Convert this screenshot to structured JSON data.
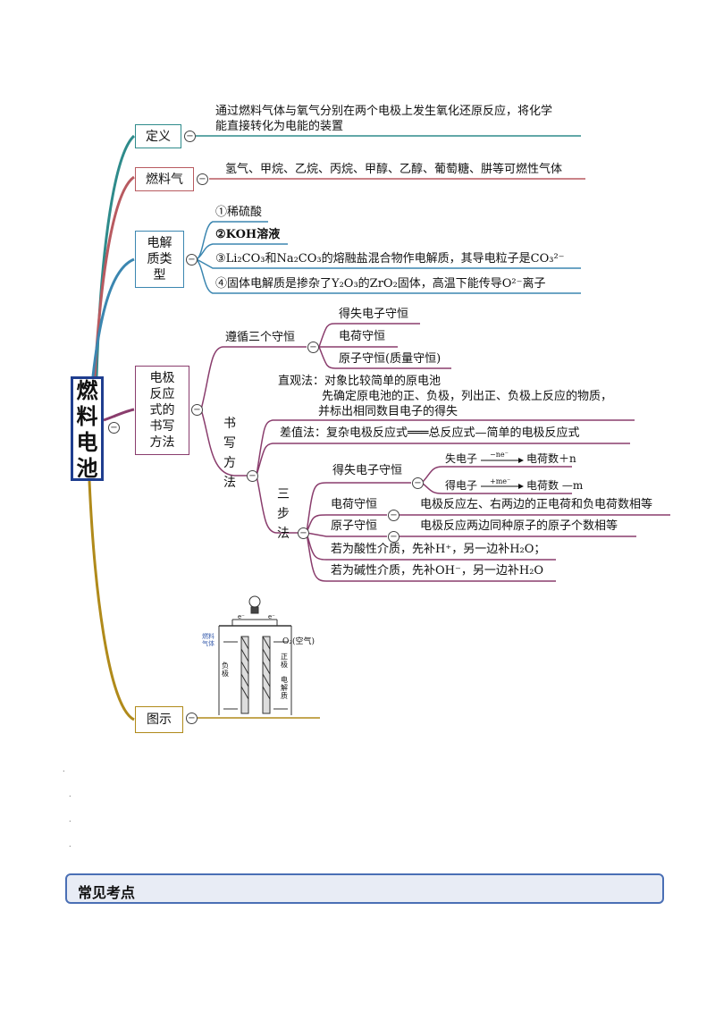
{
  "root": {
    "title": "燃料电池"
  },
  "colors": {
    "teal": "#2e8b8b",
    "red": "#b85a60",
    "blue": "#3b86b0",
    "purple": "#8a3d6d",
    "gold": "#b08a1a",
    "root_border": "#1f3e8f"
  },
  "branches": {
    "definition": {
      "label": "定义",
      "line1": "通过燃料气体与氧气分别在两个电极上发生氧化还原反应，将化学",
      "line2": "能直接转化为电能的装置"
    },
    "fuel": {
      "label": "燃料气",
      "text": "氢气、甲烷、乙烷、丙烷、甲醇、乙醇、葡萄糖、肼等可燃性气体"
    },
    "electrolyte": {
      "label": "电解质类型",
      "items": [
        "①稀硫酸",
        "②KOH溶液",
        "③Li₂CO₃和Na₂CO₃的熔融盐混合物作电解质，其导电粒子是CO₃²⁻",
        "④固体电解质是掺杂了Y₂O₃的ZrO₂固体，高温下能传导O²⁻离子"
      ]
    },
    "writing": {
      "label": "电极反应式的书写方法",
      "follow": {
        "label": "遵循三个守恒",
        "items": [
          "得失电子守恒",
          "电荷守恒",
          "原子守恒(质量守恒)"
        ]
      },
      "method_label": "书写方法",
      "direct": {
        "line1": "直观法：对象比较简单的原电池",
        "line2": "先确定原电池的正、负极，列出正、负极上反应的物质，",
        "line3": "并标出相同数目电子的得失"
      },
      "difference": "差值法：复杂电极反应式═══总反应式—简单的电极反应式",
      "three_step": {
        "label": "三步法",
        "electron": {
          "label": "得失电子守恒",
          "lose_a": "失电子",
          "lose_arrow": "−ne⁻",
          "lose_b": "电荷数＋n",
          "gain_a": "得电子",
          "gain_arrow": "+me⁻",
          "gain_b": "电荷数 —m"
        },
        "charge": {
          "label": "电荷守恒",
          "text": "电极反应左、右两边的正电荷和负电荷数相等"
        },
        "atom": {
          "label": "原子守恒",
          "text": "电极反应两边同种原子的原子个数相等"
        },
        "acid": "若为酸性介质，先补H⁺，另一边补H₂O；",
        "base": "若为碱性介质，先补OH⁻，另一边补H₂O"
      }
    },
    "figure": {
      "label": "图示",
      "electron_left": "e⁻",
      "electron_right": "e⁻",
      "fuel_gas": "燃料气体",
      "oxygen": "O₂(空气)",
      "negative": "负极",
      "positive": "正极",
      "electrolyte": "电解质"
    }
  },
  "section": {
    "title": "常见考点"
  },
  "symbols": {
    "collapse": "−"
  }
}
